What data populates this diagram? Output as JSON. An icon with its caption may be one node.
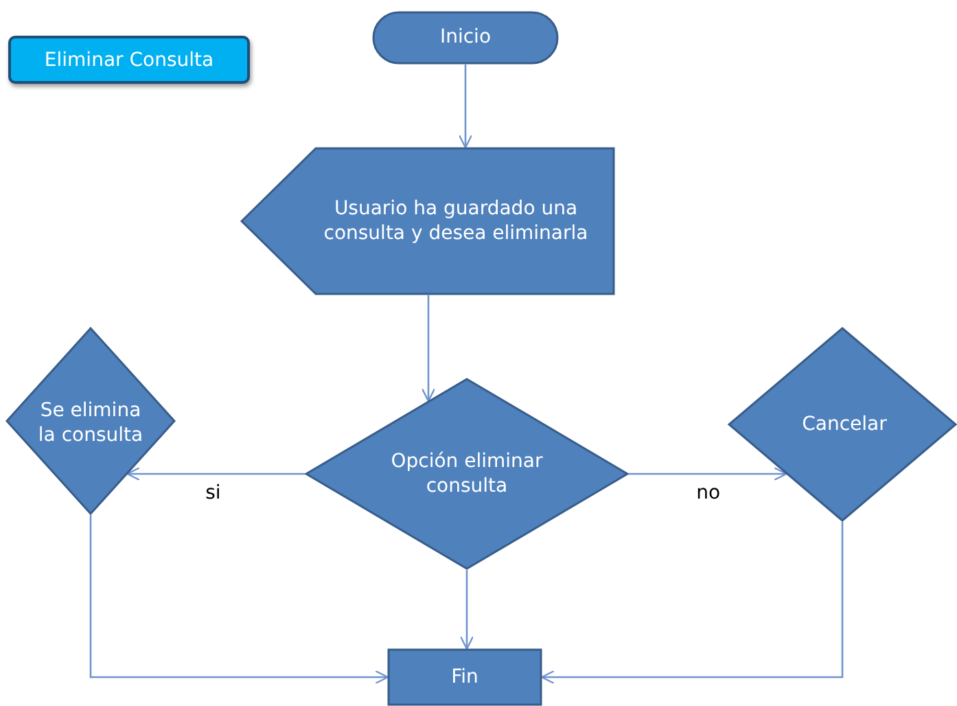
{
  "diagram": {
    "title": "Eliminar Consulta",
    "nodes": [
      {
        "text": [
          "Inicio"
        ]
      },
      {
        "text": [
          "Usuario ha guardado una consulta y desea eliminarla"
        ]
      },
      {
        "text": [
          "Opción eliminar consulta"
        ]
      },
      {
        "text": [
          "Se elimina la consulta"
        ]
      },
      {
        "text": [
          "Cancelar"
        ]
      },
      {
        "text": [
          "Fin"
        ]
      }
    ],
    "edges": [
      {
        "from": 0,
        "to": 1,
        "arrow": "to"
      },
      {
        "from": 1,
        "to": 2,
        "arrow": "to"
      },
      {
        "from": 2,
        "to": 3,
        "arrow": "to",
        "label": "si"
      },
      {
        "from": 2,
        "to": 4,
        "arrow": "to",
        "label": "no"
      },
      {
        "from": 2,
        "to": 5,
        "arrow": "to"
      },
      {
        "from": 3,
        "to": 5,
        "arrow": "to"
      },
      {
        "from": 4,
        "to": 5,
        "arrow": "to"
      }
    ]
  }
}
